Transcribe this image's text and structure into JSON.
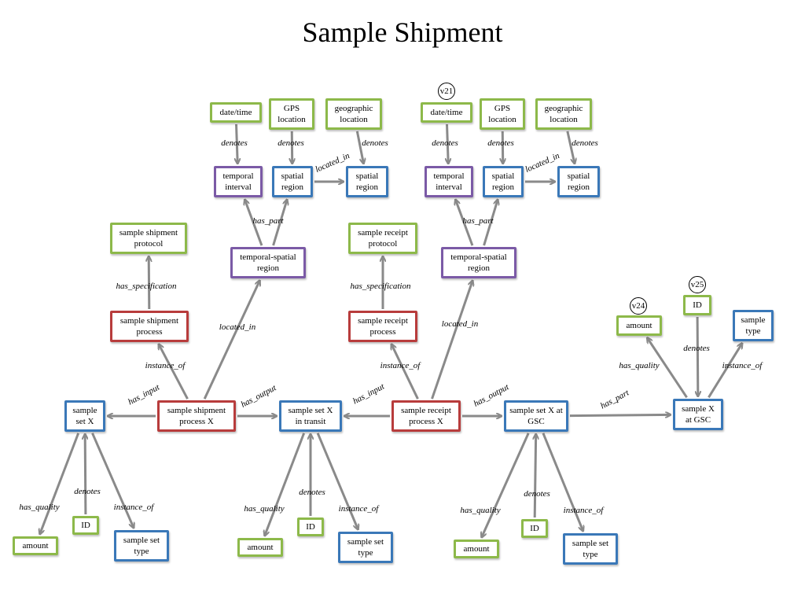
{
  "title": "Sample Shipment",
  "colors": {
    "green": "#8db94a",
    "blue": "#3a78b8",
    "red": "#b83c3c",
    "purple": "#7b5aa6",
    "arrow": "#8a8a8a"
  },
  "nodes": [
    {
      "id": "datetime-1",
      "text": "date/time",
      "color": "green"
    },
    {
      "id": "gps-1",
      "text": "GPS location",
      "color": "green"
    },
    {
      "id": "geo-1",
      "text": "geographic location",
      "color": "green"
    },
    {
      "id": "temporal-interval-1",
      "text": "temporal interval",
      "color": "purple"
    },
    {
      "id": "spatial-region-1a",
      "text": "spatial region",
      "color": "blue"
    },
    {
      "id": "spatial-region-1b",
      "text": "spatial region",
      "color": "blue"
    },
    {
      "id": "ts-region-1",
      "text": "temporal-spatial region",
      "color": "purple"
    },
    {
      "id": "shipment-protocol",
      "text": "sample shipment protocol",
      "color": "green"
    },
    {
      "id": "shipment-process",
      "text": "sample shipment process",
      "color": "red"
    },
    {
      "id": "datetime-2",
      "text": "date/time",
      "color": "green"
    },
    {
      "id": "gps-2",
      "text": "GPS location",
      "color": "green"
    },
    {
      "id": "geo-2",
      "text": "geographic location",
      "color": "green"
    },
    {
      "id": "temporal-interval-2",
      "text": "temporal interval",
      "color": "purple"
    },
    {
      "id": "spatial-region-2a",
      "text": "spatial region",
      "color": "blue"
    },
    {
      "id": "spatial-region-2b",
      "text": "spatial region",
      "color": "blue"
    },
    {
      "id": "ts-region-2",
      "text": "temporal-spatial region",
      "color": "purple"
    },
    {
      "id": "receipt-protocol",
      "text": "sample receipt protocol",
      "color": "green"
    },
    {
      "id": "receipt-process",
      "text": "sample receipt process",
      "color": "red"
    },
    {
      "id": "sample-set-x",
      "text": "sample set X",
      "color": "blue"
    },
    {
      "id": "shipment-process-x",
      "text": "sample shipment process X",
      "color": "red"
    },
    {
      "id": "set-in-transit",
      "text": "sample set X in transit",
      "color": "blue"
    },
    {
      "id": "receipt-process-x",
      "text": "sample receipt process X",
      "color": "red"
    },
    {
      "id": "set-at-gsc",
      "text": "sample set X at GSC",
      "color": "blue"
    },
    {
      "id": "sample-at-gsc",
      "text": "sample X at GSC",
      "color": "blue"
    },
    {
      "id": "amount-gsc",
      "text": "amount",
      "color": "green"
    },
    {
      "id": "id-gsc",
      "text": "ID",
      "color": "green"
    },
    {
      "id": "sample-type",
      "text": "sample type",
      "color": "blue"
    },
    {
      "id": "amount-1",
      "text": "amount",
      "color": "green"
    },
    {
      "id": "id-1",
      "text": "ID",
      "color": "green"
    },
    {
      "id": "set-type-1",
      "text": "sample set type",
      "color": "blue"
    },
    {
      "id": "amount-2",
      "text": "amount",
      "color": "green"
    },
    {
      "id": "id-2",
      "text": "ID",
      "color": "green"
    },
    {
      "id": "set-type-2",
      "text": "sample set type",
      "color": "blue"
    },
    {
      "id": "amount-3",
      "text": "amount",
      "color": "green"
    },
    {
      "id": "id-3",
      "text": "ID",
      "color": "green"
    },
    {
      "id": "set-type-3",
      "text": "sample set type",
      "color": "blue"
    }
  ],
  "version_badges": [
    "v21",
    "v24",
    "v25"
  ],
  "edges": [
    {
      "from": "datetime-1",
      "to": "temporal-interval-1",
      "label": "denotes"
    },
    {
      "from": "gps-1",
      "to": "spatial-region-1a",
      "label": "denotes"
    },
    {
      "from": "geo-1",
      "to": "spatial-region-1b",
      "label": "denotes"
    },
    {
      "from": "spatial-region-1a",
      "to": "spatial-region-1b",
      "label": "located_in"
    },
    {
      "from": "ts-region-1",
      "to": "temporal-interval-1",
      "label": "has_part"
    },
    {
      "from": "ts-region-1",
      "to": "spatial-region-1a",
      "label": ""
    },
    {
      "from": "shipment-process",
      "to": "shipment-protocol",
      "label": "has_specification"
    },
    {
      "from": "shipment-process-x",
      "to": "shipment-process",
      "label": "instance_of"
    },
    {
      "from": "shipment-process-x",
      "to": "ts-region-1",
      "label": "located_in"
    },
    {
      "from": "datetime-2",
      "to": "temporal-interval-2",
      "label": "denotes"
    },
    {
      "from": "gps-2",
      "to": "spatial-region-2a",
      "label": "denotes"
    },
    {
      "from": "geo-2",
      "to": "spatial-region-2b",
      "label": "denotes"
    },
    {
      "from": "spatial-region-2a",
      "to": "spatial-region-2b",
      "label": "located_in"
    },
    {
      "from": "ts-region-2",
      "to": "temporal-interval-2",
      "label": "has_part"
    },
    {
      "from": "ts-region-2",
      "to": "spatial-region-2a",
      "label": ""
    },
    {
      "from": "receipt-process",
      "to": "receipt-protocol",
      "label": "has_specification"
    },
    {
      "from": "receipt-process-x",
      "to": "receipt-process",
      "label": "instance_of"
    },
    {
      "from": "receipt-process-x",
      "to": "ts-region-2",
      "label": "located_in"
    },
    {
      "from": "shipment-process-x",
      "to": "sample-set-x",
      "label": "has_input"
    },
    {
      "from": "shipment-process-x",
      "to": "set-in-transit",
      "label": "has_output"
    },
    {
      "from": "receipt-process-x",
      "to": "set-in-transit",
      "label": "has_input"
    },
    {
      "from": "receipt-process-x",
      "to": "set-at-gsc",
      "label": "has_output"
    },
    {
      "from": "set-at-gsc",
      "to": "sample-at-gsc",
      "label": "has_part"
    },
    {
      "from": "sample-at-gsc",
      "to": "amount-gsc",
      "label": "has_quality"
    },
    {
      "from": "id-gsc",
      "to": "sample-at-gsc",
      "label": "denotes"
    },
    {
      "from": "sample-at-gsc",
      "to": "sample-type",
      "label": "instance_of"
    },
    {
      "from": "sample-set-x",
      "to": "amount-1",
      "label": "has_quality"
    },
    {
      "from": "id-1",
      "to": "sample-set-x",
      "label": "denotes"
    },
    {
      "from": "sample-set-x",
      "to": "set-type-1",
      "label": "instance_of"
    },
    {
      "from": "set-in-transit",
      "to": "amount-2",
      "label": "has_quality"
    },
    {
      "from": "id-2",
      "to": "set-in-transit",
      "label": "denotes"
    },
    {
      "from": "set-in-transit",
      "to": "set-type-2",
      "label": "instance_of"
    },
    {
      "from": "set-at-gsc",
      "to": "amount-3",
      "label": "has_quality"
    },
    {
      "from": "id-3",
      "to": "set-at-gsc",
      "label": "denotes"
    },
    {
      "from": "set-at-gsc",
      "to": "set-type-3",
      "label": "instance_of"
    }
  ]
}
